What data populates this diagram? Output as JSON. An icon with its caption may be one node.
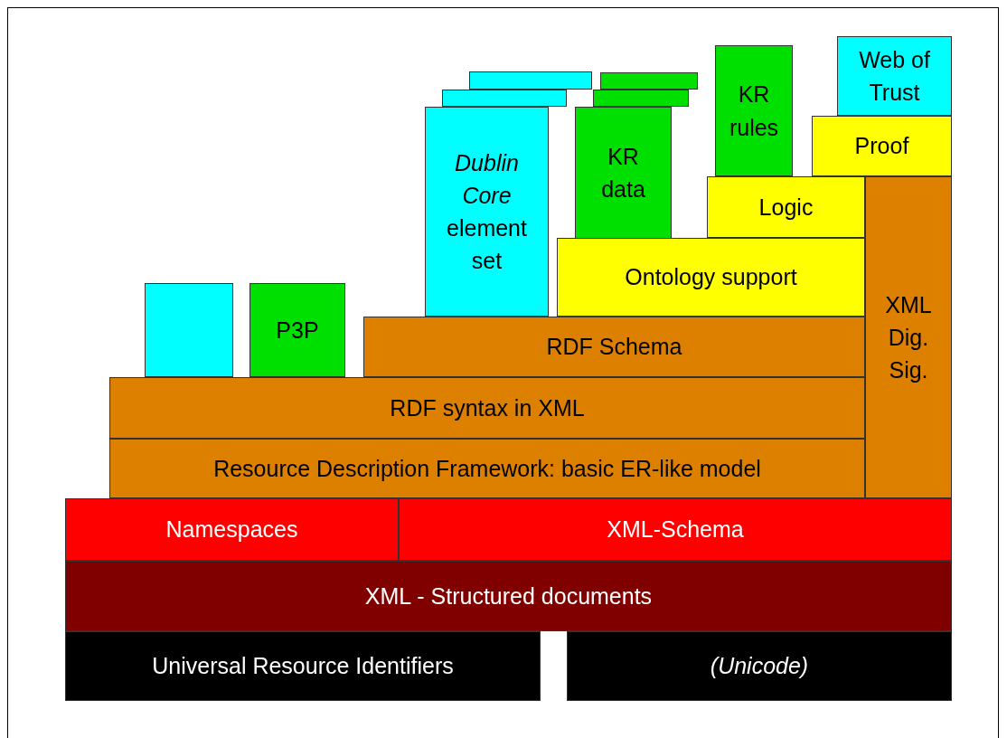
{
  "diagram": {
    "nodes": [
      {
        "text": [
          "Web of Trust"
        ]
      },
      {
        "text": [
          "KR rules"
        ]
      },
      {
        "text": [],
        "shape": "box"
      },
      {
        "text": [],
        "shape": "box"
      },
      {
        "text": [],
        "shape": "box"
      },
      {
        "text": [],
        "shape": "box"
      },
      {
        "text": [
          "*Dublin Core* element set"
        ]
      },
      {
        "text": [
          "KR data"
        ]
      },
      {
        "text": [
          "Proof"
        ]
      },
      {
        "text": [
          "Logic"
        ]
      },
      {
        "text": [
          "Ontology support"
        ]
      },
      {
        "text": [],
        "shape": "box"
      },
      {
        "text": [
          "P3P"
        ]
      },
      {
        "text": [
          "RDF Schema"
        ]
      },
      {
        "text": [
          "XML Dig. Sig."
        ]
      },
      {
        "text": [
          "RDF syntax in XML"
        ]
      },
      {
        "text": [
          "Resource Description Framework: basic ER-like model"
        ]
      },
      {
        "text": [
          "Namespaces"
        ]
      },
      {
        "text": [
          "XML-Schema"
        ]
      },
      {
        "text": [
          "XML - Structured documents"
        ]
      },
      {
        "text": [
          "Universal Resource Identifiers"
        ]
      },
      {
        "text": [
          "(Unicode)"
        ]
      }
    ]
  }
}
